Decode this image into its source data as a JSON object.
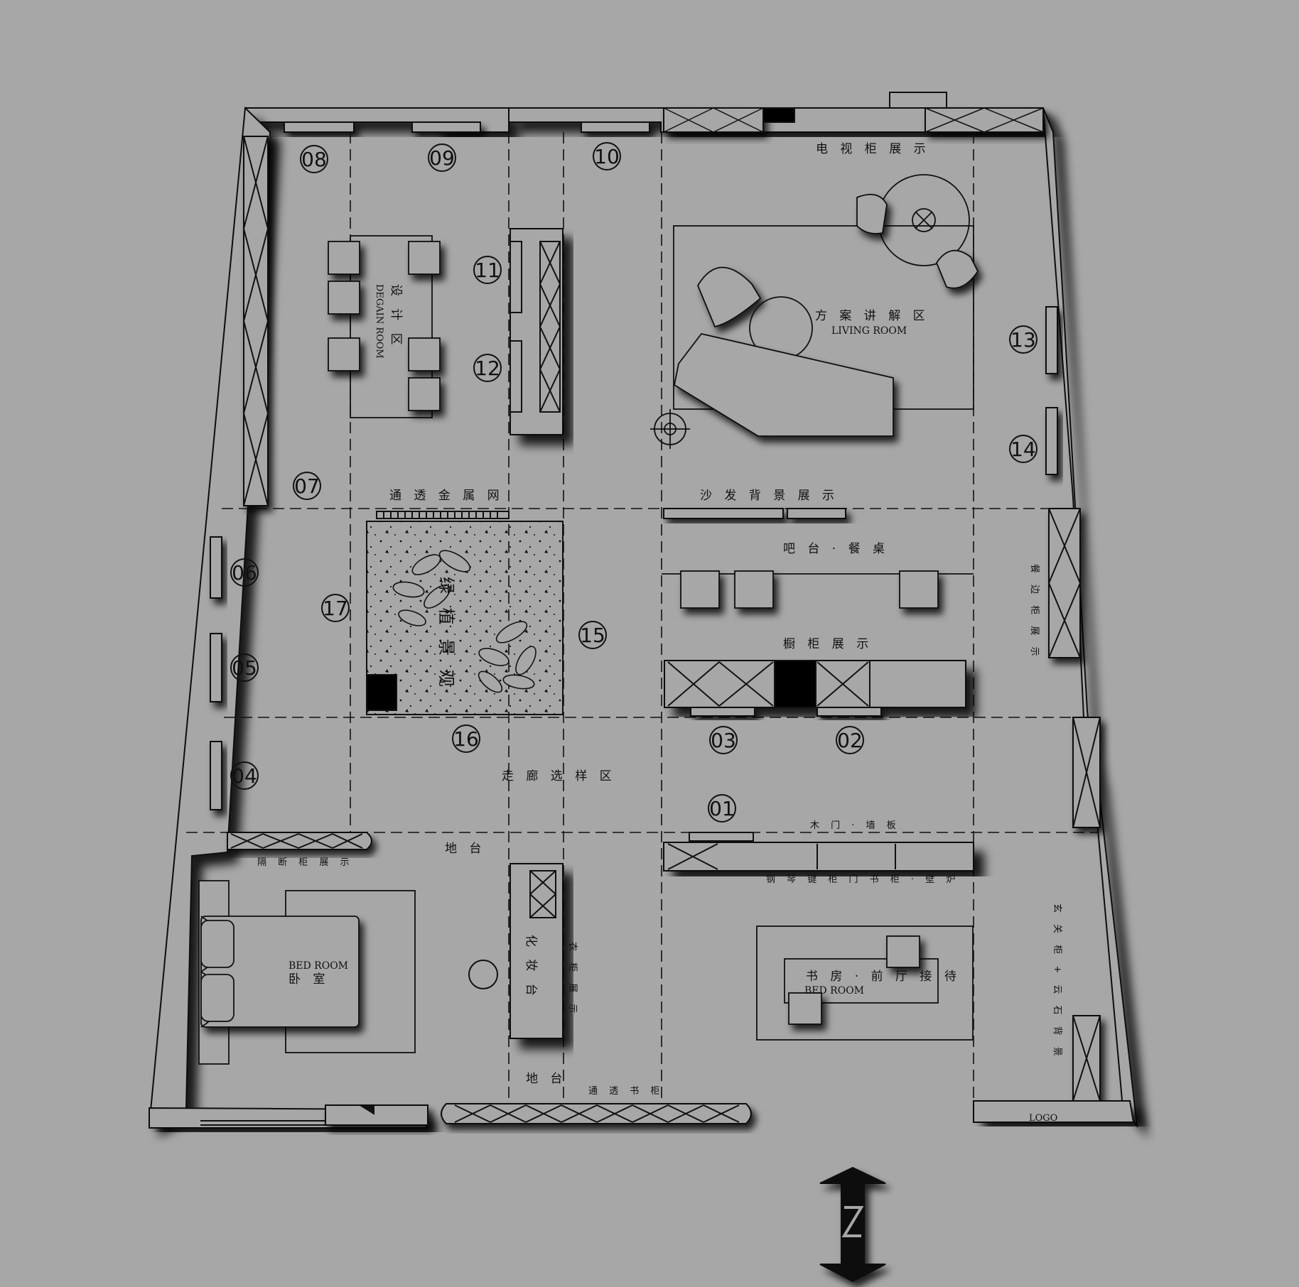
{
  "zones": {
    "tv_cabinet": "电 视 柜 展 示",
    "design_area_cn": "设 计 区",
    "design_area_en": "DEGAIN ROOM",
    "scheme_area_cn": "方 案 讲 解 区",
    "scheme_area_en": "LIVING ROOM",
    "metal_mesh": "通 透 金 属 网",
    "sofa_backdrop": "沙 发 背 景 展 示",
    "bar_dining": "吧 台 · 餐 桌",
    "cabinet_display": "橱 柜 展 示",
    "side_cabinet": "餐 边 柜 展 示",
    "courtyard": "绿 植 景 观",
    "corridor": "走 廊 选 样 区",
    "wood_door": "木 门 · 墙 板",
    "floor_platform": "地 台",
    "partition_cabinet": "隔 断 柜 展 示",
    "piano_cabinet": "钢 琴 键 柜 门 书 柜 · 壁 炉",
    "vanity": "化 妆 台",
    "wardrobe": "衣 柜 展 示",
    "bedroom_en": "BED ROOM",
    "bedroom_cn": "卧 室",
    "study": "书 房 · 前 厅 接 待",
    "study_en": "BED ROOM",
    "floor_platform_2": "地 台",
    "open_bookcase": "通 透 书 柜",
    "entrance": "玄 关 柜 + 云 石 背 景",
    "logo": "LOGO"
  },
  "markers": [
    "01",
    "02",
    "03",
    "04",
    "05",
    "06",
    "07",
    "08",
    "09",
    "10",
    "11",
    "12",
    "13",
    "14",
    "15",
    "16",
    "17"
  ],
  "colors": {
    "background": "#a7a7a7",
    "line": "#111111",
    "fill_dark": "#000000"
  },
  "icons": [
    "north-arrow-icon"
  ]
}
